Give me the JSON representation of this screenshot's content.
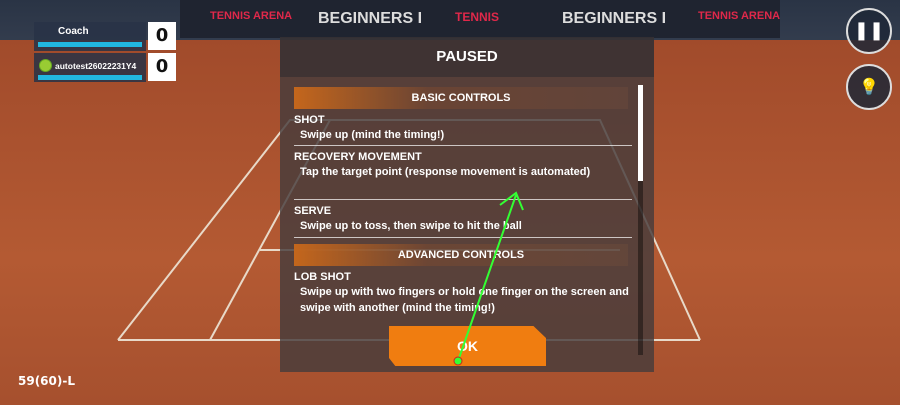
{
  "ads": [
    "TENNIS ARENA",
    "BEGINNERS I",
    "TENNIS",
    "BEGINNERS I",
    "TENNIS ARENA"
  ],
  "score": {
    "players": [
      {
        "name": "Coach",
        "points": "0"
      },
      {
        "name": "autotest26022231Y4",
        "points": "0"
      }
    ]
  },
  "dialog": {
    "title": "PAUSED",
    "basic_header": "BASIC CONTROLS",
    "items": [
      {
        "title": "SHOT",
        "desc": "Swipe up (mind the timing!)"
      },
      {
        "title": "RECOVERY MOVEMENT",
        "desc": "Tap the target point (response movement is automated)"
      },
      {
        "title": "SERVE",
        "desc": "Swipe up to toss, then swipe to hit the ball"
      }
    ],
    "advanced_header": "ADVANCED CONTROLS",
    "advanced_items": [
      {
        "title": "LOB SHOT",
        "desc": "Swipe up with two fingers or hold one finger on the screen and swipe with another (mind the timing!)"
      }
    ],
    "ok_label": "OK"
  },
  "buttons": {
    "pause": "❚❚",
    "hint": "💡"
  },
  "fps": "59(60)-L"
}
